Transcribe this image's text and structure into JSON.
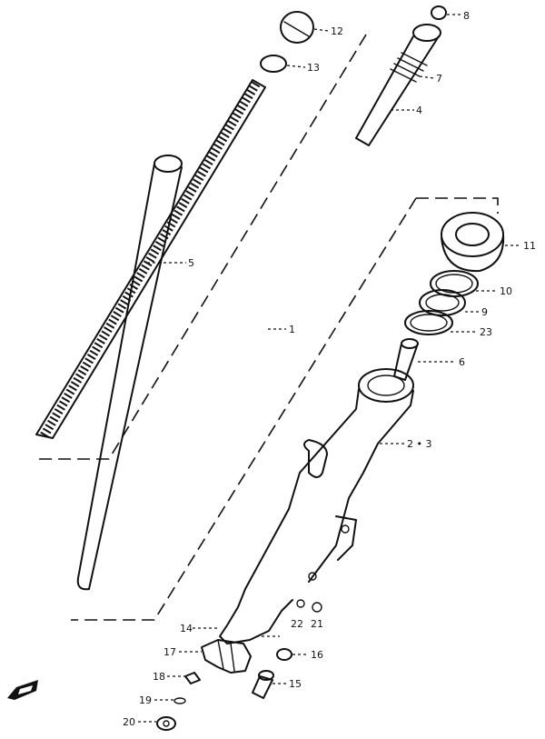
{
  "diagram": {
    "labels": [
      {
        "id": "p12",
        "text": "12"
      },
      {
        "id": "p13",
        "text": "13"
      },
      {
        "id": "p8",
        "text": "8"
      },
      {
        "id": "p7",
        "text": "7"
      },
      {
        "id": "p4",
        "text": "4"
      },
      {
        "id": "p5",
        "text": "5"
      },
      {
        "id": "p1",
        "text": "1"
      },
      {
        "id": "p11",
        "text": "11"
      },
      {
        "id": "p10",
        "text": "10"
      },
      {
        "id": "p9",
        "text": "9"
      },
      {
        "id": "p23",
        "text": "23"
      },
      {
        "id": "p6",
        "text": "6"
      },
      {
        "id": "p23b",
        "text": "2 • 3"
      },
      {
        "id": "p22",
        "text": "22"
      },
      {
        "id": "p21",
        "text": "21"
      },
      {
        "id": "p14",
        "text": "14"
      },
      {
        "id": "p17",
        "text": "17"
      },
      {
        "id": "p16",
        "text": "16"
      },
      {
        "id": "p18",
        "text": "18"
      },
      {
        "id": "p15",
        "text": "15"
      },
      {
        "id": "p19",
        "text": "19"
      },
      {
        "id": "p20",
        "text": "20"
      }
    ]
  }
}
